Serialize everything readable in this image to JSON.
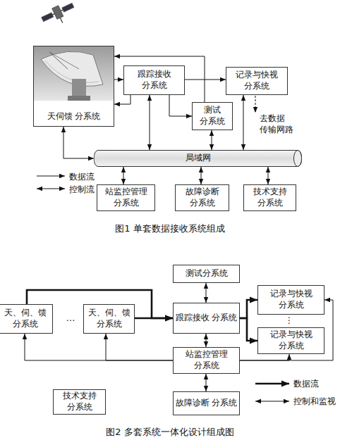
{
  "diagram": {
    "nodes": [
      {
        "text": [
          "天伺馈 分系统"
        ]
      },
      {
        "text": [
          "跟踪接收 分系统"
        ]
      },
      {
        "text": [
          "测试 分系统"
        ]
      },
      {
        "text": [
          "记录与快视 分系统"
        ]
      },
      {
        "text": [
          "局域网"
        ]
      },
      {
        "text": [
          "站监控管理 分系统"
        ]
      },
      {
        "text": [
          "故障诊断 分系统"
        ]
      },
      {
        "text": [
          "技术支持 分系统"
        ]
      },
      {
        "text": [
          "测试分系统"
        ]
      },
      {
        "text": [
          "天、伺、馈 分系统"
        ]
      },
      {
        "text": [
          "天、伺、馈 分系统"
        ]
      },
      {
        "text": [
          "跟踪接收 分系统"
        ]
      },
      {
        "text": [
          "记录与快视 分系统"
        ]
      },
      {
        "text": [
          "记录与快视 分系统"
        ]
      },
      {
        "text": [
          "站监控管理 分系统"
        ]
      },
      {
        "text": [
          "技术支持 分系统"
        ]
      },
      {
        "text": [
          "故障诊断 分系统"
        ]
      }
    ],
    "edges": [
      {
        "from": 0,
        "to": 1,
        "arrow": "to"
      },
      {
        "from": 1,
        "to": 0,
        "arrow": "to"
      },
      {
        "from": 2,
        "to": 0,
        "arrow": "to"
      },
      {
        "from": 1,
        "to": 3,
        "arrow": "to"
      },
      {
        "from": 1,
        "to": 2,
        "arrow": "to"
      },
      {
        "from": 0,
        "to": 4,
        "arrow": "both"
      },
      {
        "from": 1,
        "to": 4,
        "arrow": "both"
      },
      {
        "from": 2,
        "to": 4,
        "arrow": "both"
      },
      {
        "from": 3,
        "to": 4,
        "arrow": "both"
      },
      {
        "from": 5,
        "to": 4,
        "arrow": "both"
      },
      {
        "from": 6,
        "to": 4,
        "arrow": "both"
      },
      {
        "from": 7,
        "to": 4,
        "arrow": "both"
      },
      {
        "from": 9,
        "to": 11,
        "arrow": "to"
      },
      {
        "from": 10,
        "to": 11,
        "arrow": "to"
      },
      {
        "from": 8,
        "to": 11,
        "arrow": "both"
      },
      {
        "from": 11,
        "to": 12,
        "arrow": "to"
      },
      {
        "from": 11,
        "to": 13,
        "arrow": "to"
      },
      {
        "from": 14,
        "to": 9,
        "arrow": "to"
      },
      {
        "from": 14,
        "to": 10,
        "arrow": "to"
      },
      {
        "from": 11,
        "to": 14,
        "arrow": "both"
      },
      {
        "from": 14,
        "to": 12,
        "arrow": "to"
      },
      {
        "from": 14,
        "to": 13,
        "arrow": "to"
      },
      {
        "from": 14,
        "to": 16,
        "arrow": "both"
      }
    ],
    "labels": [
      "去数据 传输网路",
      "图1 单套数据接收系统组成",
      "…",
      "⋮",
      "图2 多套系统一体化设计组成图"
    ],
    "legend": [
      {
        "text": "数据流"
      },
      {
        "text": "控制流"
      },
      {
        "text": "数据流"
      },
      {
        "text": "控制和监视"
      }
    ]
  }
}
